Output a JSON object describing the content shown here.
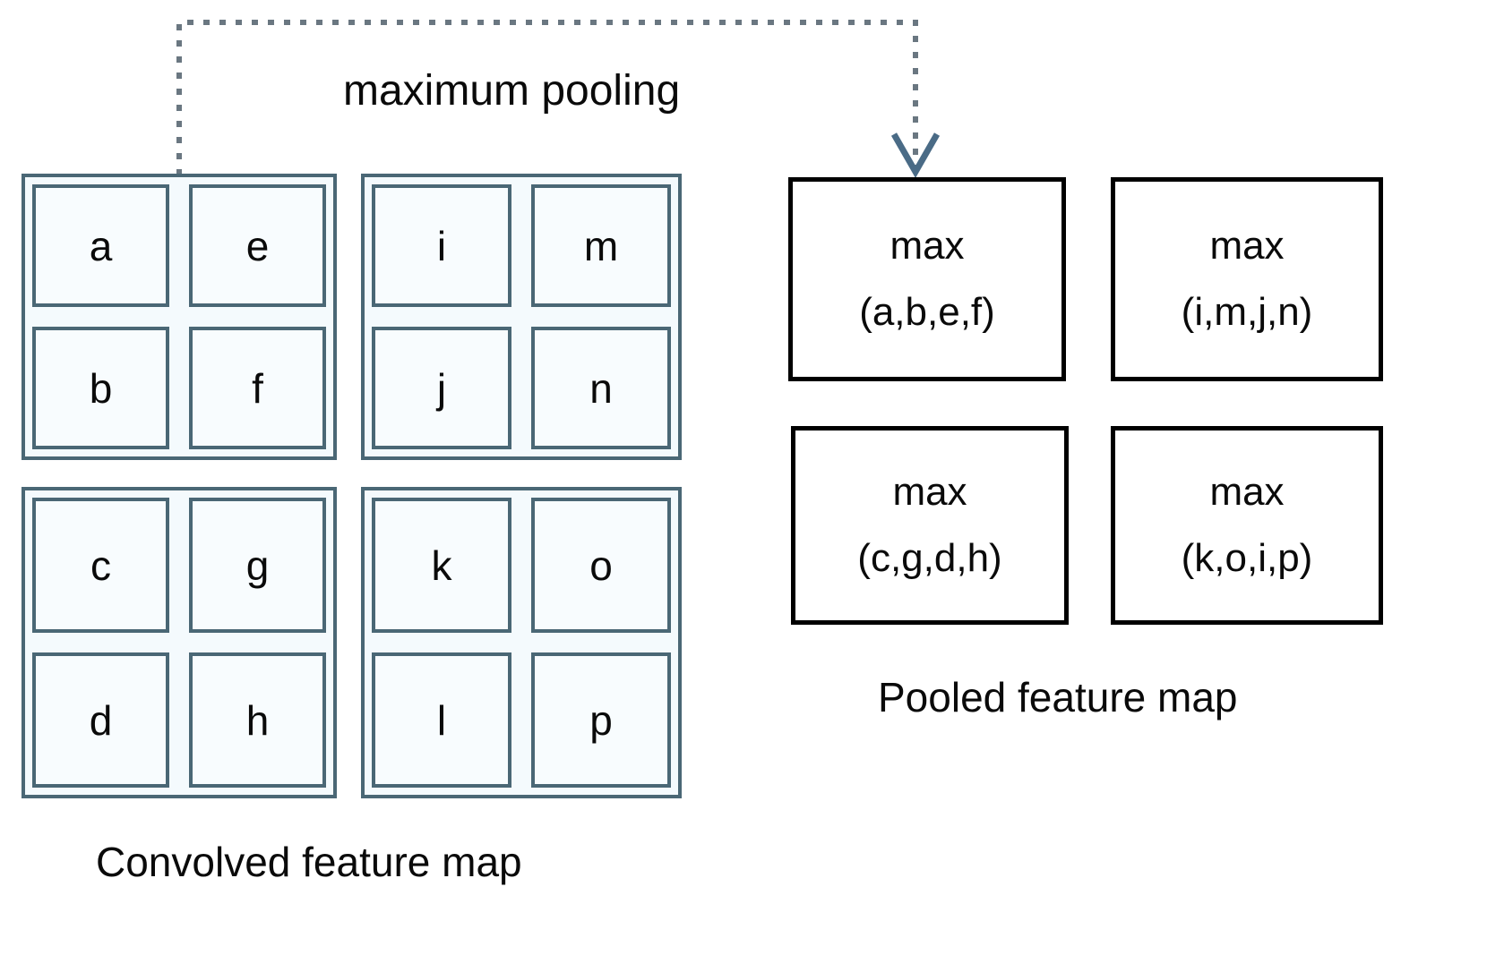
{
  "diagram": {
    "title_annotation": "maximum pooling",
    "left_caption": "Convolved feature map",
    "right_caption": "Pooled feature map",
    "colors": {
      "conv_border": "#4a6775",
      "conv_fill": "#f8fcfe",
      "pool_border": "#000000",
      "pool_fill": "#ffffff",
      "connector": "#6a7781",
      "arrowhead": "#4a6b86",
      "text": "#0a0a0a"
    }
  },
  "convolved_feature_map": {
    "groups": [
      {
        "id": "group-top-left",
        "cells": [
          "a",
          "e",
          "b",
          "f"
        ]
      },
      {
        "id": "group-top-right",
        "cells": [
          "i",
          "m",
          "j",
          "n"
        ]
      },
      {
        "id": "group-bottom-left",
        "cells": [
          "c",
          "g",
          "d",
          "h"
        ]
      },
      {
        "id": "group-bottom-right",
        "cells": [
          "k",
          "o",
          "l",
          "p"
        ]
      }
    ]
  },
  "pooled_feature_map": {
    "boxes": [
      {
        "id": "pooled-top-left",
        "op": "max",
        "args": "(a,b,e,f)"
      },
      {
        "id": "pooled-top-right",
        "op": "max",
        "args": "(i,m,j,n)"
      },
      {
        "id": "pooled-bottom-left",
        "op": "max",
        "args": "(c,g,d,h)"
      },
      {
        "id": "pooled-bottom-right",
        "op": "max",
        "args": "(k,o,i,p)"
      }
    ]
  }
}
